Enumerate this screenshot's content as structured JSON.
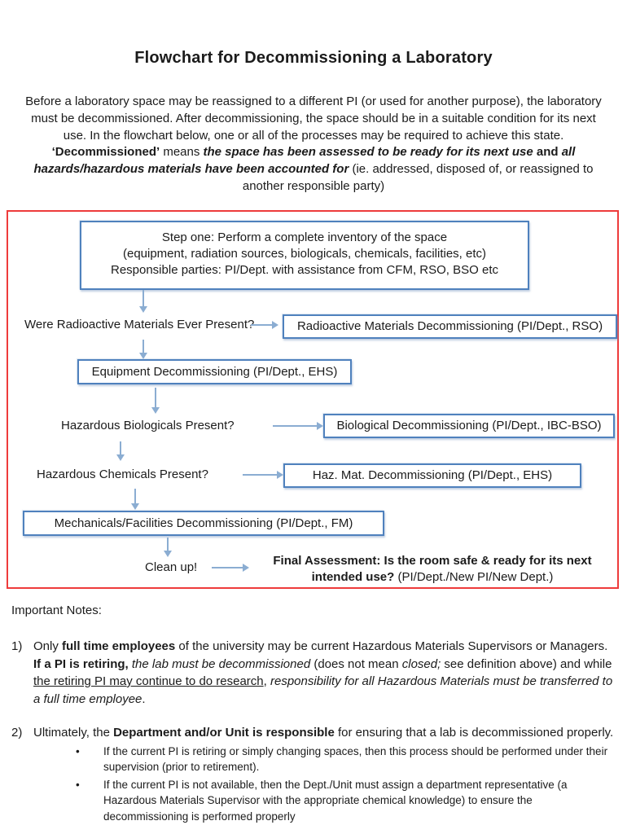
{
  "title": "Flowchart for Decommissioning a Laboratory",
  "intro": {
    "s1": "Before a laboratory space may be reassigned to a different PI (or used for another purpose), the laboratory must be decommissioned.  After decommissioning, the space should be in a suitable condition for its next use.  In the flowchart below, one or all of the processes may be required to achieve this state. ",
    "s2": "‘Decommissioned’",
    "s3": " means ",
    "s4": "the space has been assessed to be ready for its next use",
    "s5": " and ",
    "s6": "all hazards/hazardous materials have been accounted for",
    "s7": " (ie. addressed, disposed of, or reassigned to another responsible party)"
  },
  "flowchart": {
    "step1_l1": "Step one: Perform a complete inventory of the space",
    "step1_l2": "(equipment, radiation sources, biologicals, chemicals, facilities, etc)",
    "step1_l3": "Responsible parties: PI/Dept. with assistance from CFM, RSO, BSO etc",
    "q_radioactive": "Were Radioactive Materials Ever Present?",
    "box_radioactive": "Radioactive Materials Decommissioning (PI/Dept., RSO)",
    "box_equipment": "Equipment Decommissioning (PI/Dept., EHS)",
    "q_biologicals": "Hazardous Biologicals Present?",
    "box_biological": "Biological Decommissioning (PI/Dept., IBC-BSO)",
    "q_chemicals": "Hazardous Chemicals Present?",
    "box_hazmat": "Haz. Mat. Decommissioning (PI/Dept., EHS)",
    "box_mechanicals": "Mechanicals/Facilities Decommissioning (PI/Dept., FM)",
    "clean_up": "Clean up!",
    "final_bold": "Final Assessment:  Is the room safe & ready for its next intended use?",
    "final_regular": " (PI/Dept./New PI/New Dept.)"
  },
  "notes": {
    "heading": "Important Notes:",
    "bullet_marker": "•",
    "n1_num": "1)",
    "n1_s1": "Only ",
    "n1_s2": "full time employees",
    "n1_s3": " of the university may be current Hazardous Materials Supervisors or Managers. ",
    "n1_s4": "If a PI is retiring,",
    "n1_s5": " ",
    "n1_s6": "the lab must be decommissioned",
    "n1_s7": " (does not mean ",
    "n1_s8": "closed;",
    "n1_s9": " see definition above) and while ",
    "n1_s10": "the retiring PI may continue to do research",
    "n1_s11": ", ",
    "n1_s12": "responsibility for all Hazardous Materials must be transferred to a full time employee",
    "n1_s13": ".",
    "n2_num": "2)",
    "n2_s1": "Ultimately, the ",
    "n2_s2": "Department and/or Unit is responsible",
    "n2_s3": " for ensuring that a lab is decommissioned properly.",
    "bullet1": "If the current PI is retiring or simply changing spaces, then this process should be performed under their supervision (prior to retirement).",
    "bullet2": "If the current PI is not available, then the Dept./Unit must assign a department representative (a Hazardous Materials Supervisor with the appropriate chemical knowledge) to ensure the decommissioning is performed properly"
  },
  "colors": {
    "box_border": "#4f81bd",
    "arrow": "#8badd2",
    "frame": "#ee3b3b",
    "text": "#1b1b1b"
  }
}
